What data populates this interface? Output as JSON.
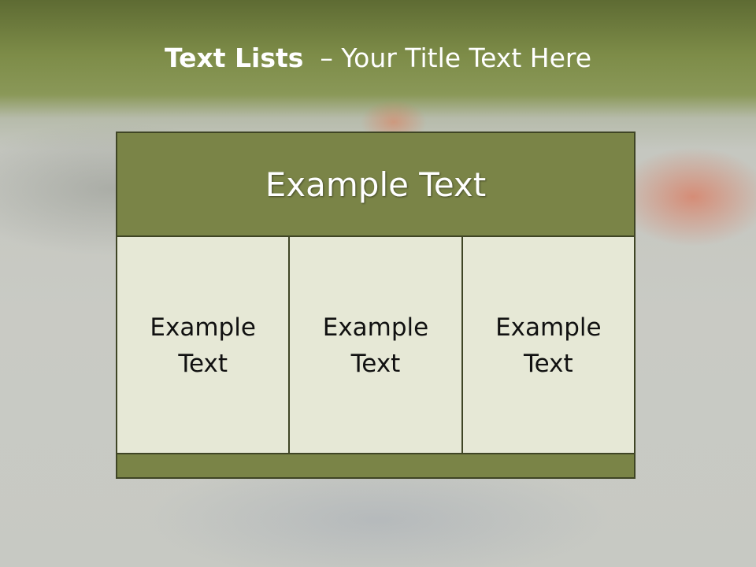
{
  "slide": {
    "title_bold": "Text Lists",
    "title_rest": "  – Your Title Text Here"
  },
  "table": {
    "header": "Example Text",
    "cells": [
      "Example Text",
      "Example Text",
      "Example Text"
    ]
  },
  "colors": {
    "olive": "#7a8447",
    "cell_fill": "#e6e8d6",
    "border": "#3f4525"
  }
}
